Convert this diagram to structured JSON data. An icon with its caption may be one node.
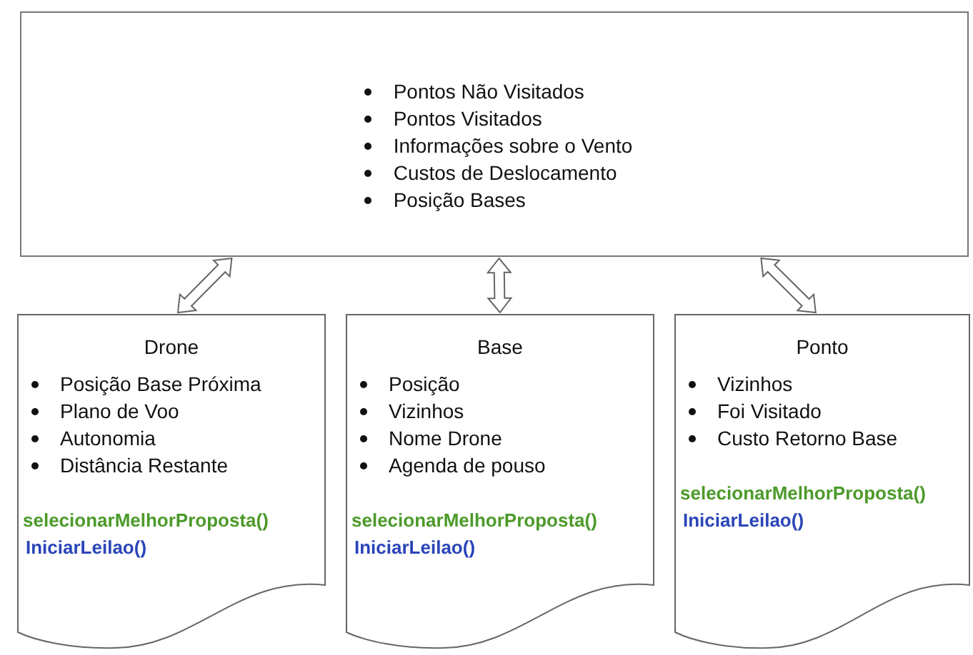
{
  "diagram": {
    "nodes": [
      {
        "text": [
          "Pontos Não Visitados",
          "Pontos Visitados",
          "Informações sobre o Vento",
          "Custos de Deslocamento",
          "Posição Bases"
        ]
      },
      {
        "text": [
          "Drone",
          "Posição Base Próxima",
          "Plano de Voo",
          "Autonomia",
          "Distância Restante",
          "selecionarMelhorProposta()",
          "IniciarLeilao()"
        ]
      },
      {
        "text": [
          "Base",
          "Posição",
          "Vizinhos",
          "Nome Drone",
          "Agenda de pouso",
          "selecionarMelhorProposta()",
          "IniciarLeilao()"
        ]
      },
      {
        "text": [
          "Ponto",
          "Vizinhos",
          "Foi Visitado",
          "Custo Retorno Base",
          "selecionarMelhorProposta()",
          "IniciarLeilao()"
        ]
      }
    ],
    "edges": [
      {
        "from": 0,
        "to": 1,
        "arrow": "both"
      },
      {
        "from": 0,
        "to": 2,
        "arrow": "both"
      },
      {
        "from": 0,
        "to": 3,
        "arrow": "both"
      }
    ]
  }
}
